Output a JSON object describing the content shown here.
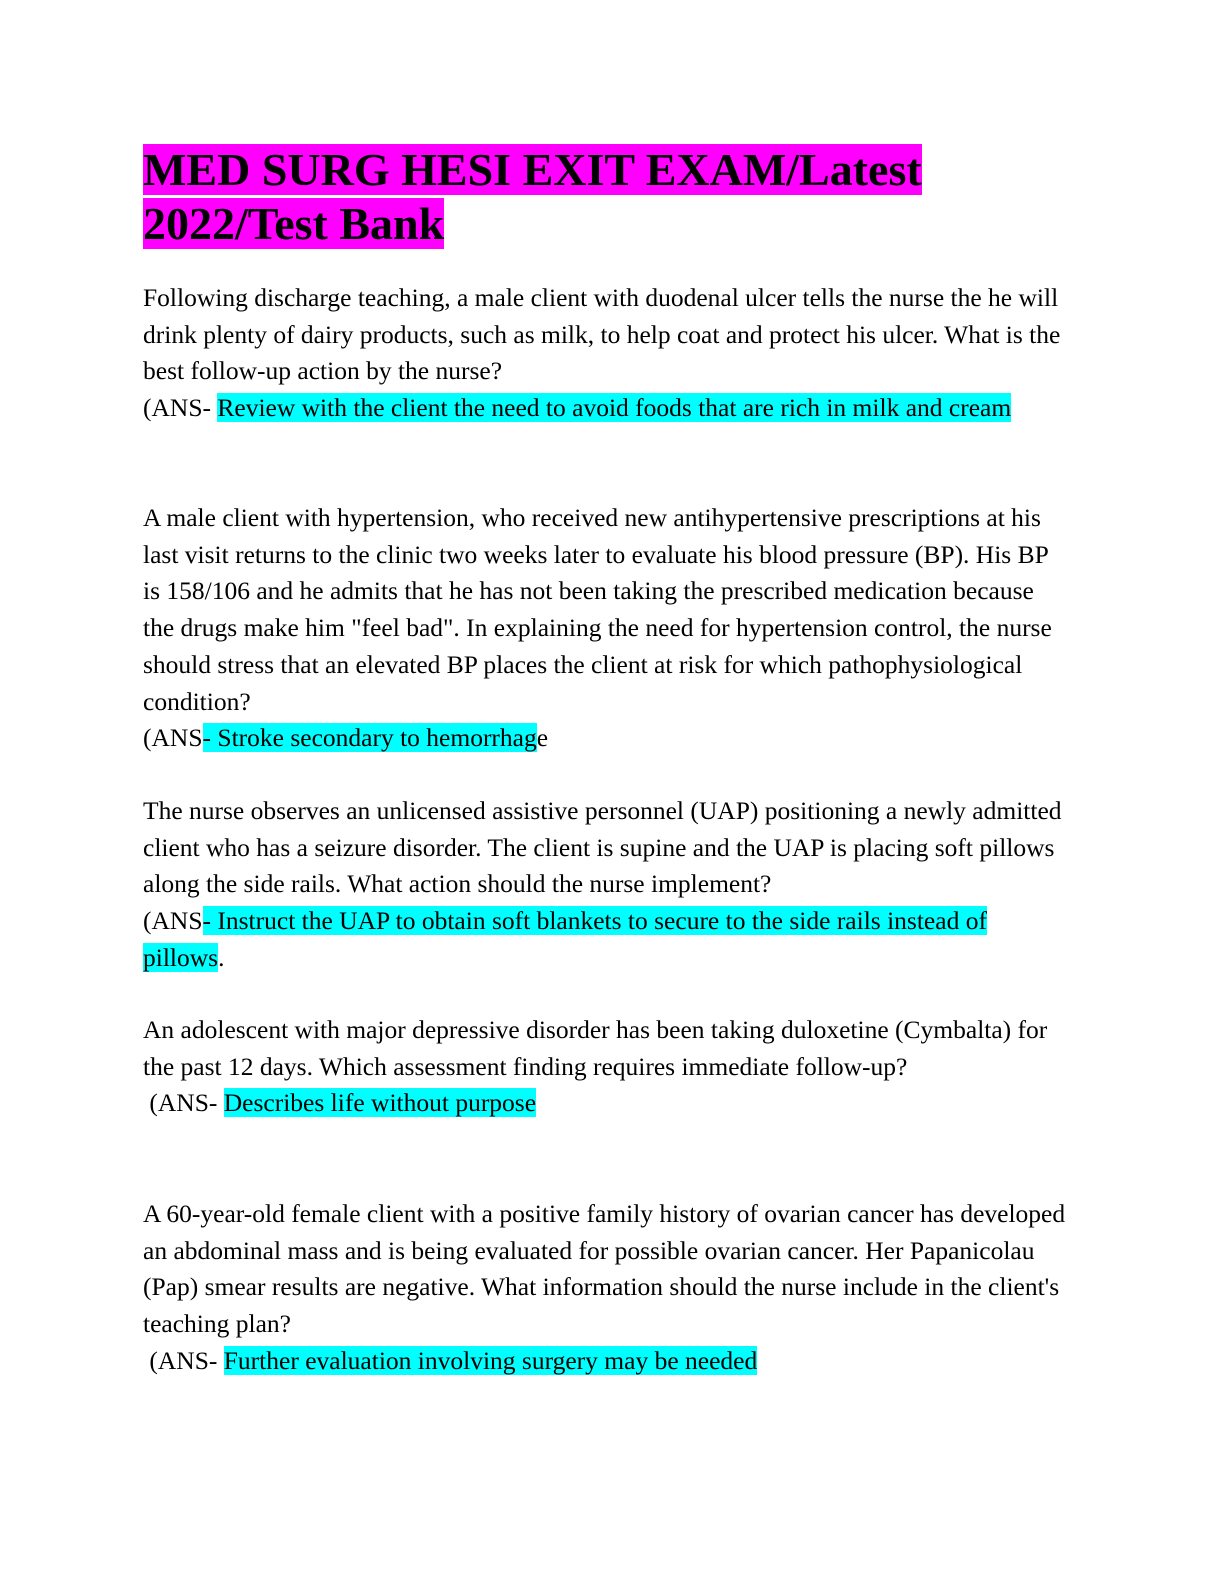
{
  "document": {
    "title_line1": "MED SURG  HESI EXIT EXAM/Latest",
    "title_line2": "2022/Test Bank",
    "highlight_colors": {
      "title": "#ff00ff",
      "answer": "#00ffff"
    }
  },
  "questions": [
    {
      "question": "Following discharge teaching, a male client with duodenal ulcer tells the nurse the he will drink plenty of dairy products, such as milk, to help coat and protect his ulcer. What is the best follow-up action by the nurse?",
      "prefix": "(ANS- ",
      "answer": "Review with the client the need to avoid foods that are rich in milk and cream",
      "suffix": ""
    },
    {
      "question": "A male client with hypertension, who received new antihypertensive prescriptions at his last visit returns to the clinic two weeks later to evaluate his blood pressure (BP). His BP is 158/106 and he admits that he has not been taking the prescribed medication because the drugs make him \"feel bad\". In explaining the need for hypertension control, the nurse should stress that an elevated BP places the client at risk for which pathophysiological condition?",
      "prefix": "(ANS",
      "answer": "- Stroke secondary to hemorrhag",
      "suffix": "e"
    },
    {
      "question": "The nurse observes an unlicensed assistive personnel (UAP) positioning a newly admitted client who has a seizure disorder. The client is supine and the UAP is placing soft pillows along the side rails. What action should the nurse implement?",
      "prefix": "(ANS",
      "answer": "- Instruct the UAP to obtain soft blankets to secure to the side rails instead of pillows",
      "suffix": "."
    },
    {
      "question": "An adolescent with major depressive disorder has been taking duloxetine (Cymbalta) for the past 12 days. Which assessment finding requires immediate follow-up?",
      "prefix": " (ANS- ",
      "answer": "Describes life without purpose",
      "suffix": ""
    },
    {
      "question": "A 60-year-old female client with a positive family history of ovarian cancer has developed an abdominal mass and is being evaluated for possible ovarian cancer. Her Papanicolau (Pap) smear results are negative. What information should the nurse include in the client's teaching plan?",
      "prefix": " (ANS- ",
      "answer": "Further evaluation involving surgery may be needed",
      "suffix": ""
    }
  ]
}
